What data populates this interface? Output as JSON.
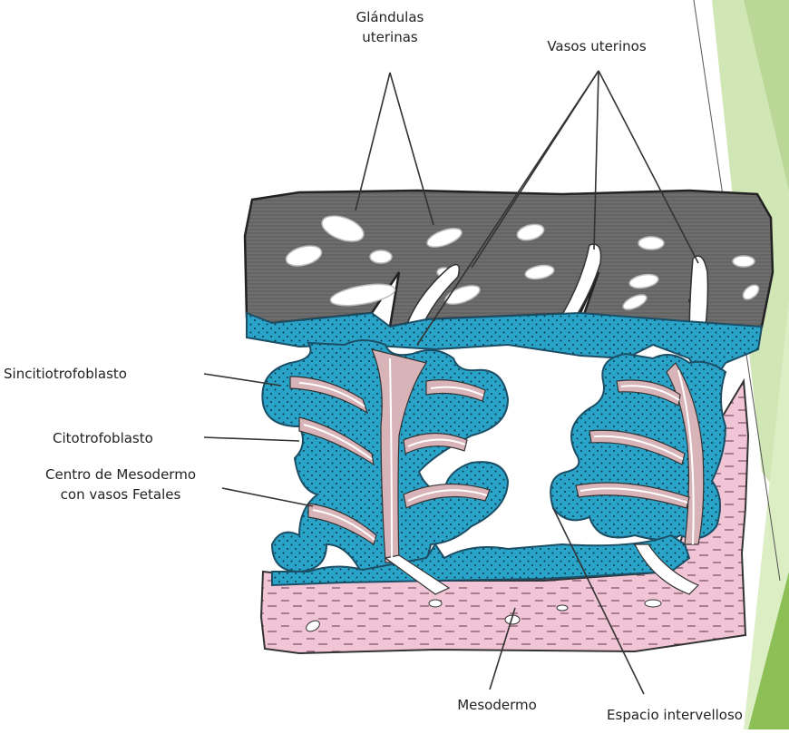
{
  "labels": {
    "glandulas_line1": "Glándulas",
    "glandulas_line2": "uterinas",
    "vasos_uterinos": "Vasos uterinos",
    "sincitiotrofoblasto": "Sincitiotrofoblasto",
    "citotrofoblasto": "Citotrofoblasto",
    "centro_line1": "Centro de Mesodermo",
    "centro_line2": "con vasos Fetales",
    "mesodermo": "Mesodermo",
    "espacio_intervelloso": "Espacio intervelloso"
  },
  "colors": {
    "decidua": "#6b6b6b",
    "trophoblast": "#2aa3c9",
    "mesoderm": "#f1c5d6",
    "villus_core": "#d8b3b8",
    "slide_green_dark": "#6e9a3a",
    "slide_green_light": "#c8e2a8"
  }
}
